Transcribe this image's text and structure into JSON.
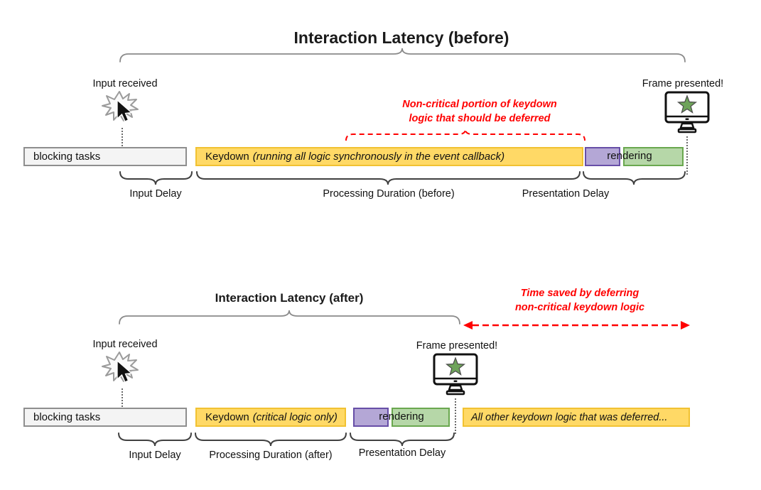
{
  "palette": {
    "task_yellow_fill": "#ffd966",
    "task_yellow_border": "#f1c232",
    "blocking_gray_fill": "#f4f4f4",
    "blocking_gray_border": "#8e8e8e",
    "paint_purple_fill": "#b4a7d6",
    "paint_purple_border": "#674ea7",
    "render_green_fill": "#b6d7a8",
    "render_green_border": "#6aa84f",
    "annotation_red": "#ff0000"
  },
  "before": {
    "title": "Interaction Latency (before)",
    "input_received": "Input received",
    "frame_presented": "Frame presented!",
    "annotation_line1": "Non-critical portion of keydown",
    "annotation_line2": "logic that should be deferred",
    "bars": {
      "blocking": "blocking tasks",
      "keydown_name": "Keydown",
      "keydown_detail": "(running all logic synchronously in the event callback)",
      "rendering": "rendering"
    },
    "measures": {
      "input_delay": "Input Delay",
      "processing": "Processing Duration (before)",
      "presentation": "Presentation Delay"
    }
  },
  "after": {
    "title": "Interaction Latency (after)",
    "input_received": "Input received",
    "frame_presented": "Frame presented!",
    "annotation_line1": "Time saved by deferring",
    "annotation_line2": "non-critical keydown logic",
    "bars": {
      "blocking": "blocking tasks",
      "keydown_name": "Keydown",
      "keydown_detail": "(critical logic only)",
      "rendering": "rendering",
      "deferred": "All other keydown logic that was deferred..."
    },
    "measures": {
      "input_delay": "Input Delay",
      "processing": "Processing Duration (after)",
      "presentation": "Presentation Delay"
    }
  }
}
